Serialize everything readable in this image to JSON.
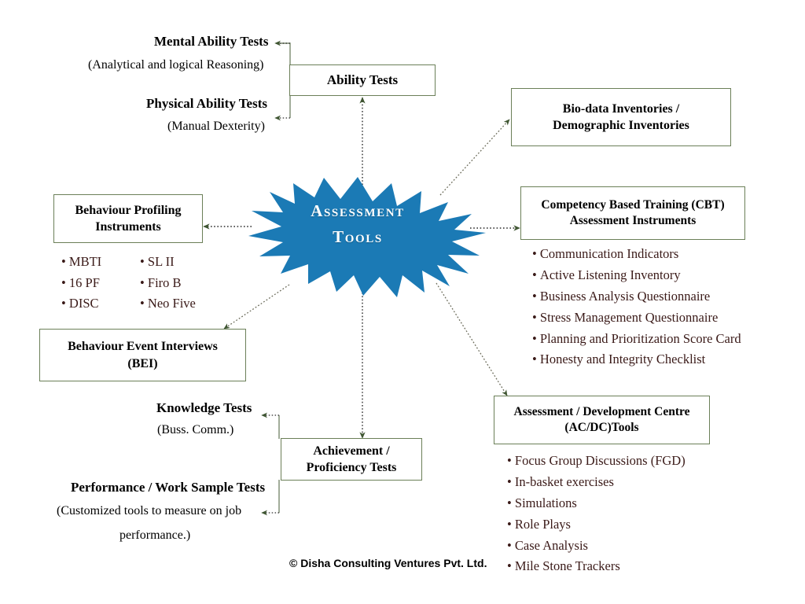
{
  "center": {
    "line1": "Assessment",
    "line2": "Tools",
    "fill_color": "#1b7ab5",
    "text_color": "#ffffff"
  },
  "theme": {
    "box_border": "#6b7f58",
    "connector": "#4f6340",
    "bullet_text": "#3a1a18",
    "heading_text": "#000000"
  },
  "boxes": {
    "ability_tests": {
      "title": "Ability Tests"
    },
    "biodata": {
      "line1": "Bio-data Inventories /",
      "line2": "Demographic Inventories"
    },
    "cbt": {
      "line1": "Competency Based Training  (CBT)",
      "line2": "Assessment Instruments"
    },
    "behaviour_profiling": {
      "line1": "Behaviour Profiling",
      "line2": "Instruments"
    },
    "bei": {
      "line1": "Behaviour Event Interviews",
      "line2": "(BEI)"
    },
    "achievement": {
      "line1": "Achievement /",
      "line2": "Proficiency Tests"
    },
    "acdc": {
      "line1": "Assessment / Development Centre",
      "line2": "(AC/DC)Tools"
    }
  },
  "labels": {
    "mental_ability": "Mental Ability Tests",
    "mental_ability_sub": "(Analytical and logical Reasoning)",
    "physical_ability": "Physical Ability Tests",
    "physical_ability_sub": "(Manual Dexterity)",
    "knowledge_tests": "Knowledge Tests",
    "knowledge_tests_sub": "(Buss. Comm.)",
    "performance_tests": "Performance / Work Sample Tests",
    "performance_sub_line1": "(Customized tools to measure on job",
    "performance_sub_line2": "performance.)"
  },
  "lists": {
    "behaviour_profiling_col1": [
      "MBTI",
      "16 PF",
      "DISC"
    ],
    "behaviour_profiling_col2": [
      "SL II",
      "Firo B",
      "Neo Five"
    ],
    "cbt_items": [
      "Communication Indicators",
      "Active Listening Inventory",
      "Business Analysis Questionnaire",
      "Stress Management Questionnaire",
      "Planning and Prioritization Score Card",
      "Honesty and Integrity Checklist"
    ],
    "acdc_items": [
      "Focus Group Discussions (FGD)",
      "In-basket exercises",
      "Simulations",
      "Role Plays",
      "Case Analysis",
      "Mile Stone Trackers"
    ]
  },
  "footer": {
    "copyright": "© Disha Consulting Ventures Pvt. Ltd."
  }
}
